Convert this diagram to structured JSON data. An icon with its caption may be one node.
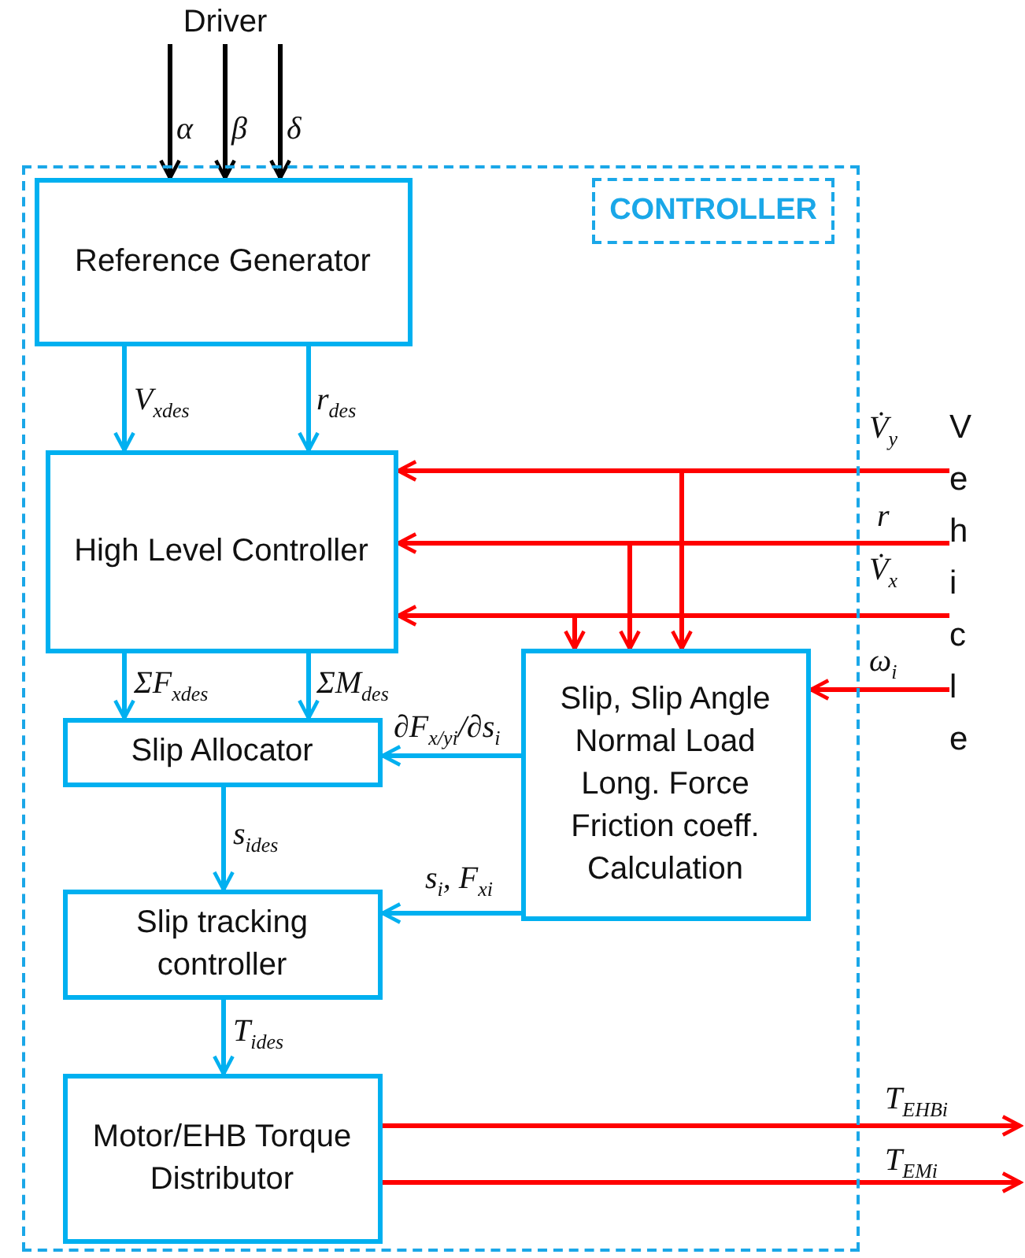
{
  "diagram": {
    "nodes": [
      {
        "text": [
          "CONTROLLER"
        ]
      },
      {
        "text": [
          "Driver"
        ]
      },
      {
        "text": [
          "Reference Generator"
        ],
        "in": 0
      },
      {
        "text": [
          "High Level Controller"
        ],
        "in": 0
      },
      {
        "text": [
          "Slip Allocator"
        ],
        "in": 0
      },
      {
        "text": [
          "Slip, Slip Angle Normal Load Long. Force Friction coeff. Calculation"
        ],
        "in": 0
      },
      {
        "text": [
          "Slip tracking controller"
        ],
        "in": 0
      },
      {
        "text": [
          "Motor/EHB Torque Distributor"
        ],
        "in": 0
      },
      {
        "text": [
          "Vehicle"
        ]
      }
    ],
    "edges": [
      {
        "from": 1,
        "to": 2,
        "arrow": "to",
        "label": "α",
        "color": "#000000"
      },
      {
        "from": 1,
        "to": 2,
        "arrow": "to",
        "label": "β",
        "color": "#000000"
      },
      {
        "from": 1,
        "to": 2,
        "arrow": "to",
        "label": "δ",
        "color": "#000000"
      },
      {
        "from": 2,
        "to": 3,
        "arrow": "to",
        "label": "V$_{xdes}$",
        "color": "#00b0f0"
      },
      {
        "from": 2,
        "to": 3,
        "arrow": "to",
        "label": "r$_{des}$",
        "color": "#00b0f0"
      },
      {
        "from": 8,
        "to": 3,
        "arrow": "to",
        "label": "V̇$_{y}$"
      },
      {
        "from": 8,
        "to": 3,
        "arrow": "to",
        "label": "r"
      },
      {
        "from": 8,
        "to": 3,
        "arrow": "to",
        "label": "V̇$_{x}$"
      },
      {
        "from": 8,
        "to": 5,
        "arrow": "to"
      },
      {
        "from": 8,
        "to": 5,
        "arrow": "to"
      },
      {
        "from": 8,
        "to": 5,
        "arrow": "to"
      },
      {
        "from": 8,
        "to": 5,
        "arrow": "to",
        "label": "ω$_{i}$"
      },
      {
        "from": 3,
        "to": 4,
        "arrow": "to",
        "label": "ΣF$_{xdes}$",
        "color": "#00b0f0"
      },
      {
        "from": 3,
        "to": 4,
        "arrow": "to",
        "label": "ΣM$_{des}$",
        "color": "#00b0f0"
      },
      {
        "from": 5,
        "to": 4,
        "arrow": "to",
        "label": "∂F$_{x/yi}$/∂s$_{i}$",
        "color": "#00b0f0"
      },
      {
        "from": 4,
        "to": 6,
        "arrow": "to",
        "label": "s$_{ides}$",
        "color": "#00b0f0"
      },
      {
        "from": 5,
        "to": 6,
        "arrow": "to",
        "label": "s$_{i}$, F$_{xi}$",
        "color": "#00b0f0"
      },
      {
        "from": 6,
        "to": 7,
        "arrow": "to",
        "label": "T$_{ides}$",
        "color": "#00b0f0"
      },
      {
        "from": 7,
        "to": null,
        "arrow": "to",
        "label": "T$_{EHBi}$"
      },
      {
        "from": 7,
        "to": null,
        "arrow": "to",
        "label": "T$_{EMi}$"
      }
    ]
  }
}
